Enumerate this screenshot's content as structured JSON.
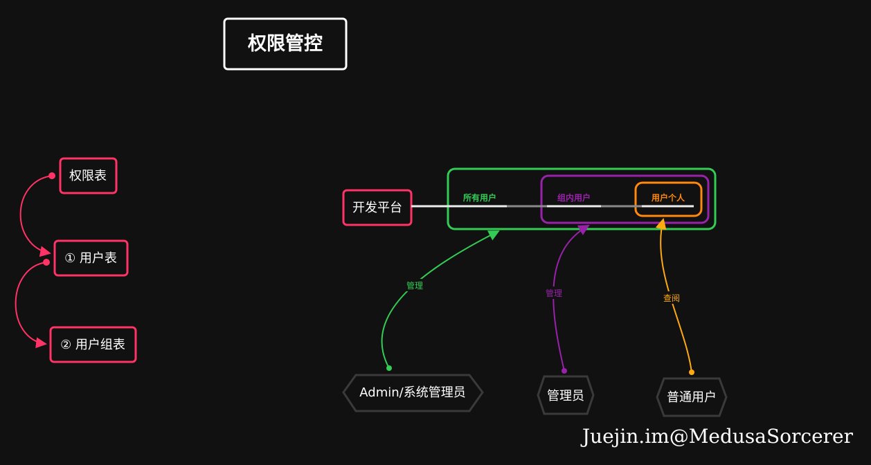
{
  "title": "权限管控",
  "left_tables": {
    "permission_table": "权限表",
    "user_table": "① 用户表",
    "user_group_table": "② 用户组表"
  },
  "platform": {
    "label": "开发平台",
    "all_users": "所有用户",
    "group_users": "组内用户",
    "personal_user": "用户个人"
  },
  "roles": {
    "admin": "Admin/系统管理员",
    "manager": "管理员",
    "normal_user": "普通用户"
  },
  "edges": {
    "admin_action": "管理",
    "manager_action": "管理",
    "user_action": "查阅"
  },
  "watermark": "Juejin.im@MedusaSorcerer",
  "colors": {
    "background": "#111111",
    "table_border": "#ff3366",
    "all_users": "#33cc55",
    "group_users": "#9922aa",
    "personal_user": "#ff8811",
    "user_edge": "#ffaa11",
    "hexagon": "#3a3a3a",
    "title_border": "#ffffff"
  }
}
